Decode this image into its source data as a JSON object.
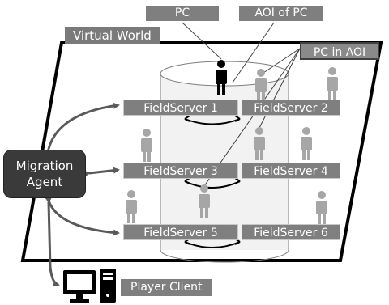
{
  "labels": {
    "pc": "PC",
    "aoi_of_pc": "AOI of PC",
    "virtual_world": "Virtual World",
    "pc_in_aoi": "PC in AOI",
    "player_client": "Player Client"
  },
  "migration_agent": {
    "line1": "Migration",
    "line2": "Agent"
  },
  "field_servers": [
    "FieldServer 1",
    "FieldServer 2",
    "FieldServer 3",
    "FieldServer 4",
    "FieldServer 5",
    "FieldServer 6"
  ],
  "colors": {
    "label_bg": "#7f7f7f",
    "agent_bg": "#3a3a3a",
    "figure_gray": "#a6a6a6",
    "figure_black": "#000000",
    "arrow": "#595959"
  }
}
